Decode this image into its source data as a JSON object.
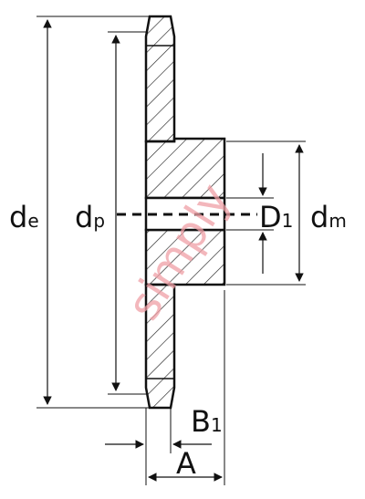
{
  "diagram": {
    "labels": {
      "de_main": "d",
      "de_sub": "e",
      "dp_main": "d",
      "dp_sub": "p",
      "D1_main": "D",
      "D1_sub": "1",
      "dm_main": "d",
      "dm_sub": "m",
      "B1_main": "B",
      "B1_sub": "1",
      "A": "A"
    },
    "watermark": "simply"
  }
}
